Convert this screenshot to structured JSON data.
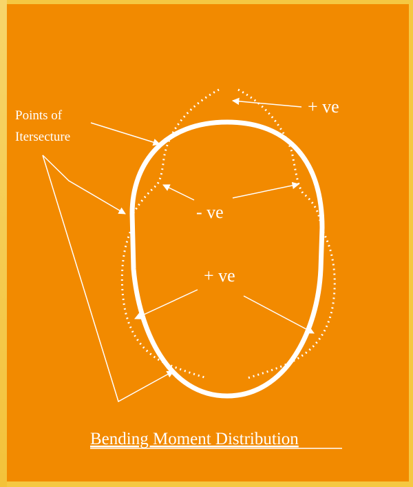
{
  "labels": {
    "points_line1": "Points of",
    "points_line2": "Itersecture",
    "positive_top": "+ ve",
    "negative": "- ve",
    "positive_mid": "+ ve",
    "caption": "Bending Moment Distribution"
  },
  "colors": {
    "background": "#f28a00",
    "frame": "#f5c842",
    "lines": "#ffffff"
  }
}
